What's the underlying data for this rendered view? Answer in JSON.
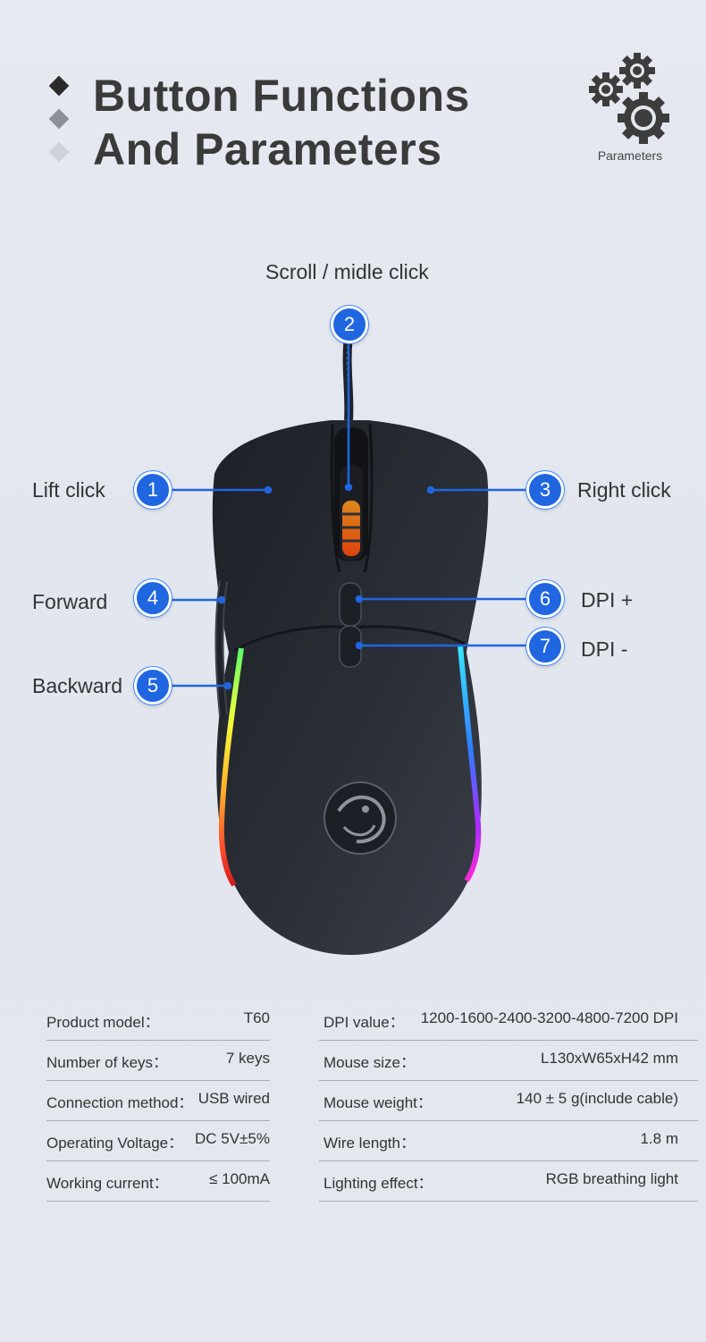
{
  "header": {
    "title_line1": "Button Functions",
    "title_line2": "And Parameters",
    "gear_icon_label": "Parameters"
  },
  "callouts": {
    "scroll": {
      "label": "Scroll / midle click",
      "number": "2"
    },
    "left_click": {
      "label": "Lift click",
      "number": "1"
    },
    "right_click": {
      "label": "Right click",
      "number": "3"
    },
    "forward": {
      "label": "Forward",
      "number": "4"
    },
    "backward": {
      "label": "Backward",
      "number": "5"
    },
    "dpi_plus": {
      "label": "DPI +",
      "number": "6"
    },
    "dpi_minus": {
      "label": "DPI -",
      "number": "7"
    }
  },
  "specs": {
    "left": [
      {
        "key": "Product model：",
        "value": "T60"
      },
      {
        "key": "Number of keys：",
        "value": "7 keys"
      },
      {
        "key": "Connection method：",
        "value": "USB wired"
      },
      {
        "key": "Operating Voltage：",
        "value": "DC 5V±5%"
      },
      {
        "key": "Working current：",
        "value": "≤ 100mA"
      }
    ],
    "right": [
      {
        "key": "DPI value：",
        "value": "1200-1600-2400-3200-4800-7200 DPI"
      },
      {
        "key": "Mouse size：",
        "value": "L130xW65xH42 mm"
      },
      {
        "key": "Mouse weight：",
        "value": "140 ± 5 g(include cable)"
      },
      {
        "key": "Wire length：",
        "value": "1.8 m"
      },
      {
        "key": "Lighting effect：",
        "value": "RGB breathing light"
      }
    ]
  },
  "colors": {
    "accent": "#1f66e0",
    "background": "#e4e7ee",
    "mouse_body": "#25282f"
  }
}
